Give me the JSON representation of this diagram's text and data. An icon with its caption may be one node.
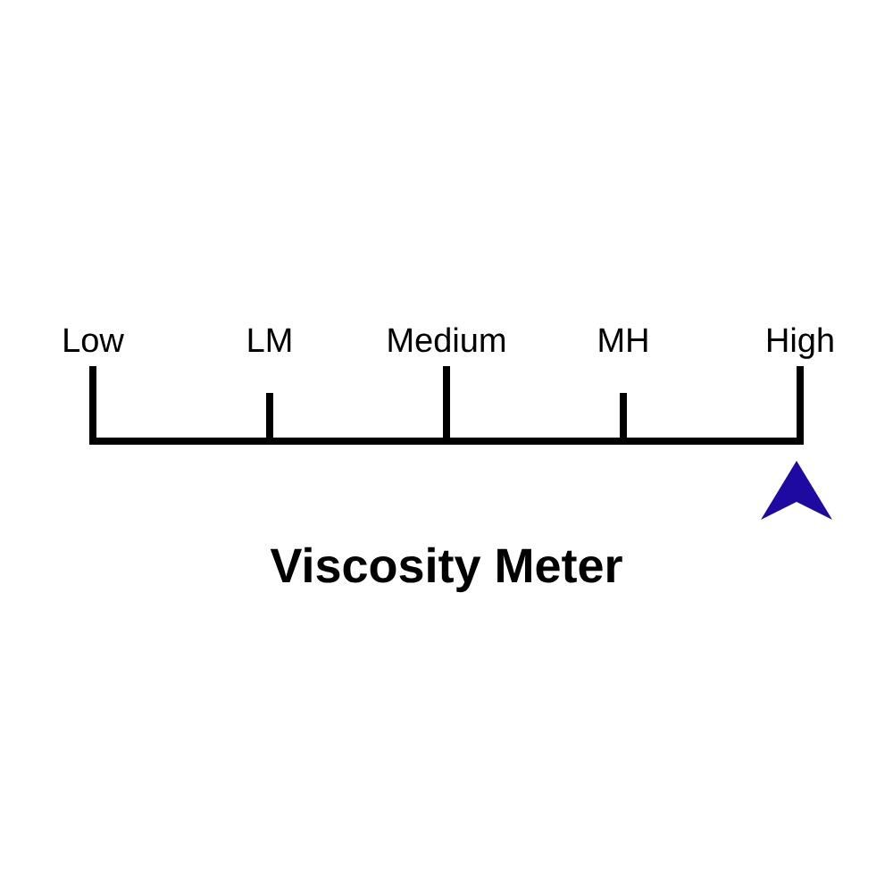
{
  "diagram": {
    "title": "Viscosity Meter",
    "labels": [
      "Low",
      "LM",
      "Medium",
      "MH",
      "High"
    ]
  }
}
